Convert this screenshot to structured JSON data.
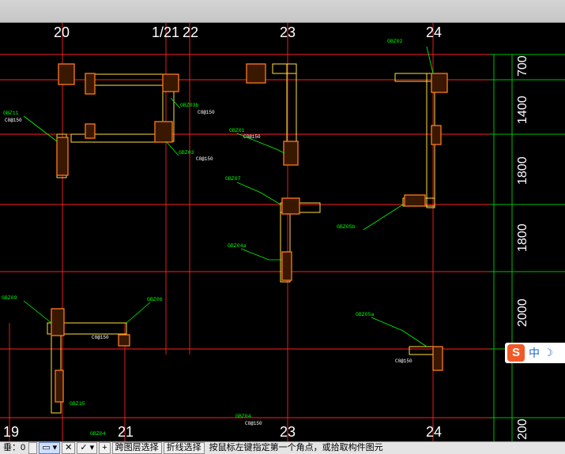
{
  "axes_x": [
    "20",
    "1/21",
    "22",
    "23",
    "24"
  ],
  "axes_x_bottom": [
    "19",
    "21",
    "23",
    "24"
  ],
  "dims_right": [
    "700",
    "1400",
    "1800",
    "1800",
    "2000",
    "200"
  ],
  "tags": {
    "gbz11": "GBZ11",
    "gbz03b": "GBZ03b",
    "gbz03": "GBZ03",
    "gbz01": "GBZ01",
    "gbz07": "GBZ07",
    "gbz05b": "GBZ05b",
    "gbz04a": "GBZ04a",
    "gbz09": "GBZ09",
    "gbz06": "GBZ06",
    "gbz15": "GBZ15",
    "gbz05a": "GBZ05a",
    "gbz04": "GBZ04",
    "gbz02": "GBZ02",
    "c8150": "C8@150"
  },
  "statusbar": {
    "left": "垂：0",
    "btn_plus": "+",
    "btn_layer": "跨图层选择",
    "btn_polyline": "折线选择",
    "hint": "按鼠标左键指定第一个角点，或拾取构件图元"
  },
  "ime": {
    "logo": "S",
    "mode": "中",
    "moon": "☽"
  },
  "colors": {
    "grid_red": "#ff2020",
    "grid_green": "#00c000",
    "wall_yellow": "#ffe040",
    "column_orange": "#ff7a20",
    "text_green": "#00ff00"
  }
}
